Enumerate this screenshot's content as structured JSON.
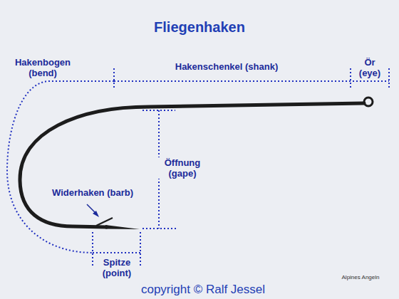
{
  "diagram": {
    "title": "Fliegenhaken",
    "labels": [
      "Hakenbogen (bend)",
      "Hakenschenkel (shank)",
      "Ör (eye)",
      "Öffnung (gape)",
      "Widerhaken (barb)",
      "Spitze (point)",
      "copyright © Ralf Jessel",
      "Alpines Angeln"
    ]
  }
}
